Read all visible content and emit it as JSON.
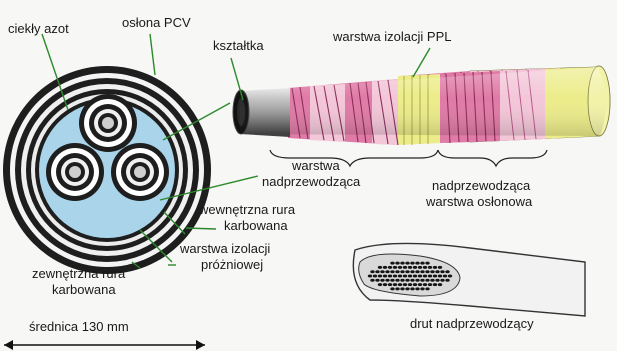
{
  "labels": {
    "liquid_nitrogen": "ciekły azot",
    "pvc_sheath": "osłona PCV",
    "former": "kształtka",
    "ppl_insulation": "warstwa izolacji PPL",
    "superconducting_layer_1": "warstwa",
    "superconducting_layer_2": "nadprzewodząca",
    "sc_shield_layer_1": "nadprzewodząca",
    "sc_shield_layer_2": "warstwa osłonowa",
    "inner_pipe_1": "wewnętrzna rura",
    "inner_pipe_2": "karbowana",
    "vacuum_insulation_1": "warstwa izolacji",
    "vacuum_insulation_2": "próżniowej",
    "outer_pipe_1": "zewnętrzna rura",
    "outer_pipe_2": "karbowana",
    "diameter": "średnica 130 mm",
    "sc_wire": "drut  nadprzewodzący"
  },
  "colors": {
    "nitrogen": "#a9d4ea",
    "tape_pink": "#e07aa6",
    "tape_light": "#f3c6d8",
    "ppl_yellow": "#ecec8a",
    "leader_green": "#2c8a2c"
  }
}
